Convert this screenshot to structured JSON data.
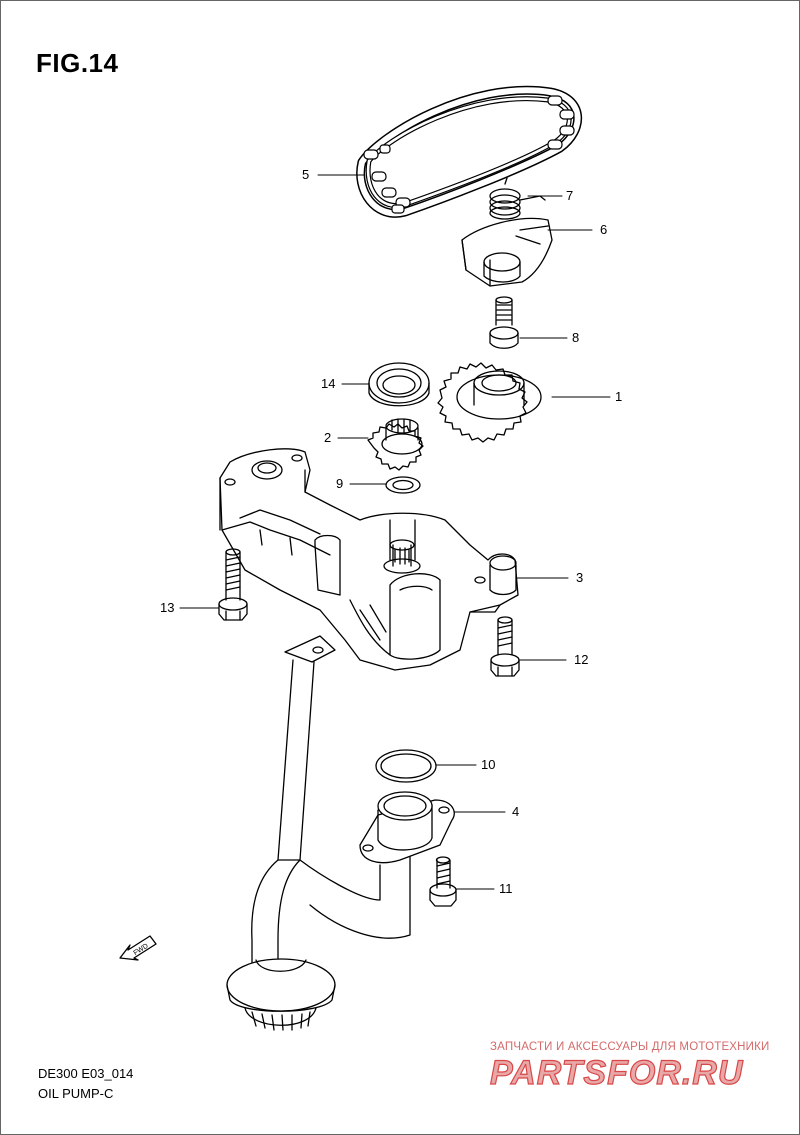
{
  "figure": {
    "title": "FIG.14",
    "code": "DE300 E03_014",
    "name": "OIL PUMP-C"
  },
  "callouts": [
    {
      "number": "5"
    },
    {
      "number": "7"
    },
    {
      "number": "6"
    },
    {
      "number": "8"
    },
    {
      "number": "14"
    },
    {
      "number": "1"
    },
    {
      "number": "2"
    },
    {
      "number": "9"
    },
    {
      "number": "3"
    },
    {
      "number": "13"
    },
    {
      "number": "12"
    },
    {
      "number": "10"
    },
    {
      "number": "4"
    },
    {
      "number": "11"
    }
  ],
  "direction_arrow": {
    "label": "FWD"
  },
  "watermark": {
    "tagline": "ЗАПЧАСТИ И АКСЕССУАРЫ ДЛЯ МОТОТЕХНИКИ",
    "brand": "PARTSFOR.RU",
    "color": "#d94848"
  },
  "colors": {
    "line": "#000000",
    "background": "#ffffff"
  }
}
